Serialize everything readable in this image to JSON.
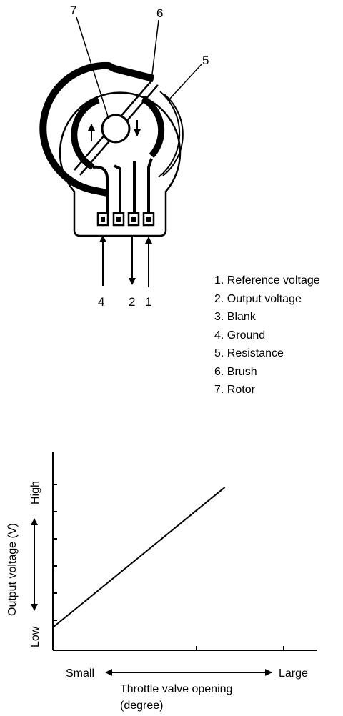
{
  "diagram": {
    "callouts": {
      "rotor": "7",
      "brush": "6",
      "resistance": "5"
    },
    "terminals": {
      "ground": "4",
      "output": "2",
      "reference": "1"
    },
    "legend": [
      "1. Reference voltage",
      "2. Output voltage",
      "3. Blank",
      "4. Ground",
      "5. Resistance",
      "6. Brush",
      "7. Rotor"
    ]
  },
  "chart_data": {
    "type": "line",
    "ylabel": "Output voltage (V)",
    "y_low": "Low",
    "y_high": "High",
    "x_small": "Small",
    "x_large": "Large",
    "xlabel": "Throttle valve opening",
    "xlabel_unit": "(degree)",
    "xlim": [
      0,
      1
    ],
    "ylim": [
      0,
      1
    ],
    "series": [
      {
        "x": [
          0,
          0.65
        ],
        "y": [
          0.115,
          0.82
        ]
      }
    ]
  }
}
